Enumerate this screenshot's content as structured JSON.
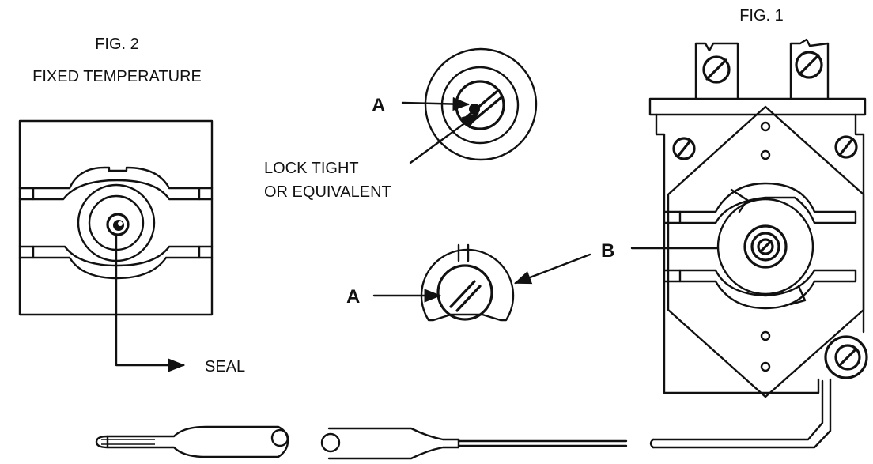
{
  "labels": {
    "fig2_title": "FIG. 2",
    "fig2_subtitle": "FIXED TEMPERATURE",
    "fig1_title": "FIG. 1",
    "lock_line1": "LOCK TIGHT",
    "lock_line2": "OR EQUIVALENT",
    "seal": "SEAL",
    "callout_a_top": "A",
    "callout_a_bottom": "A",
    "callout_b": "B"
  },
  "icons": {
    "arrowhead": "arrowhead-icon",
    "screw": "slotted-screw-icon"
  },
  "colors": {
    "ink": "#111111",
    "paper": "#ffffff"
  }
}
